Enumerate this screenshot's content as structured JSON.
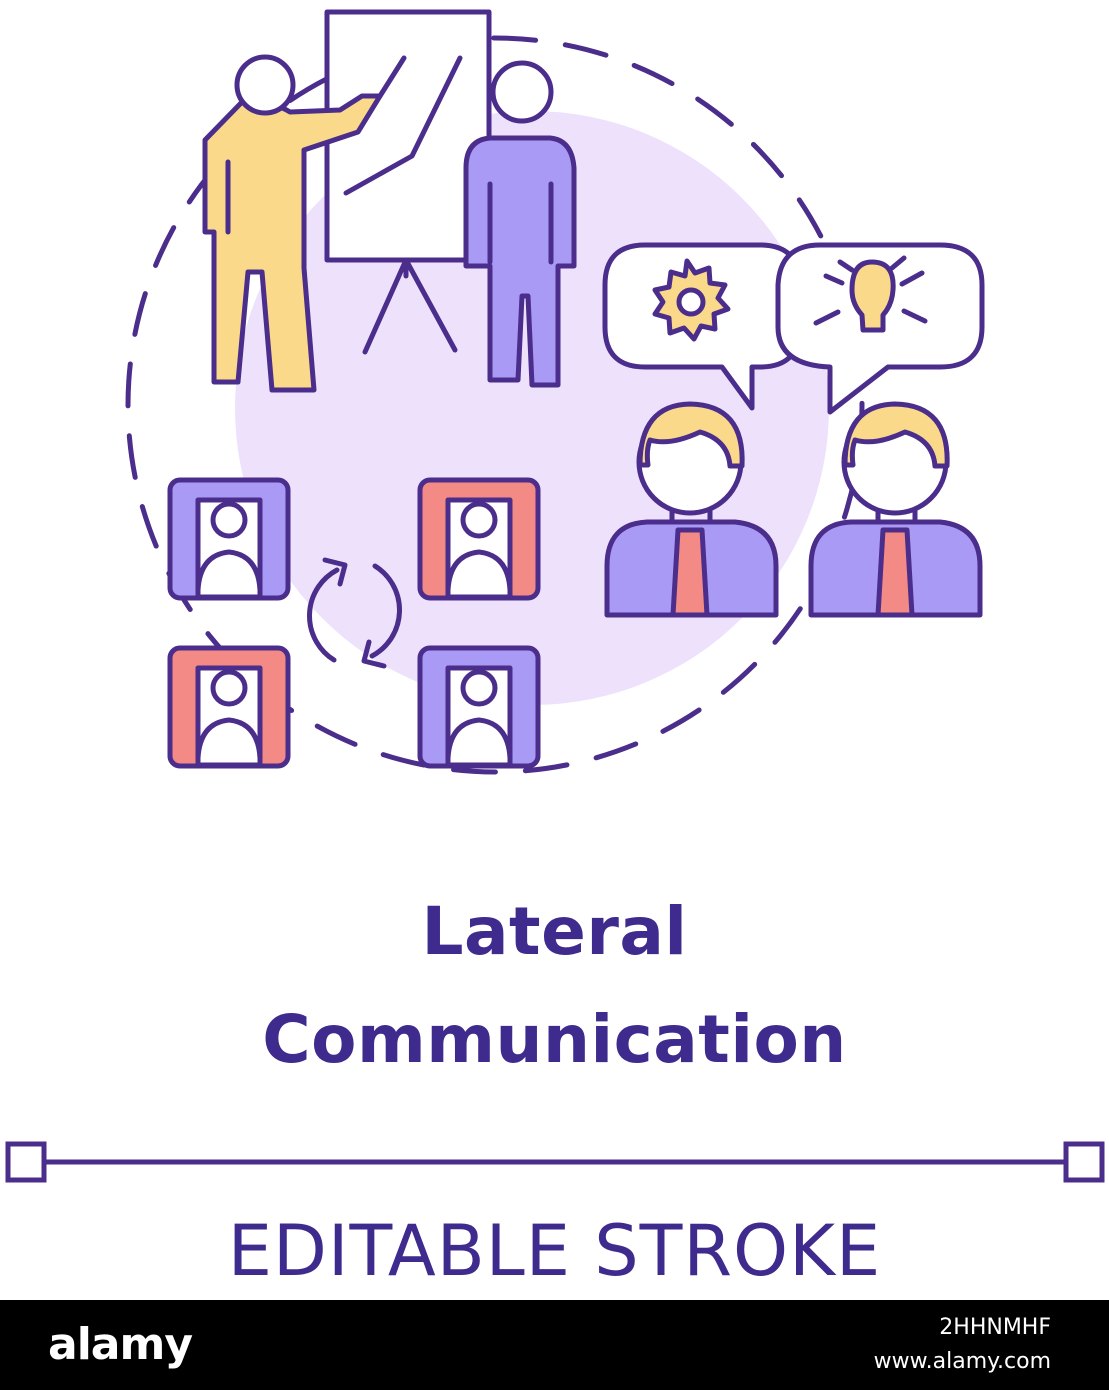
{
  "title": {
    "line1": "Lateral",
    "line2": "Communication"
  },
  "subtitle": "EDITABLE STROKE",
  "footer": {
    "brand": "alamy",
    "image_id": "2HHNMHF",
    "url": "www.alamy.com"
  },
  "colors": {
    "outline": "#4b2d8c",
    "text": "#3f2a8e",
    "yellow": "#fbd98a",
    "violet": "#a89af5",
    "salmon": "#f48a86",
    "halo": "#eee1fb",
    "white": "#ffffff",
    "footer_bg": "#000000"
  },
  "icons": [
    "presenter-icon",
    "flipchart-icon",
    "listener-icon",
    "gear-icon",
    "lightbulb-icon",
    "speech-bubble-icon",
    "businessman-icon",
    "profile-card-icon",
    "cycle-arrows-icon"
  ]
}
